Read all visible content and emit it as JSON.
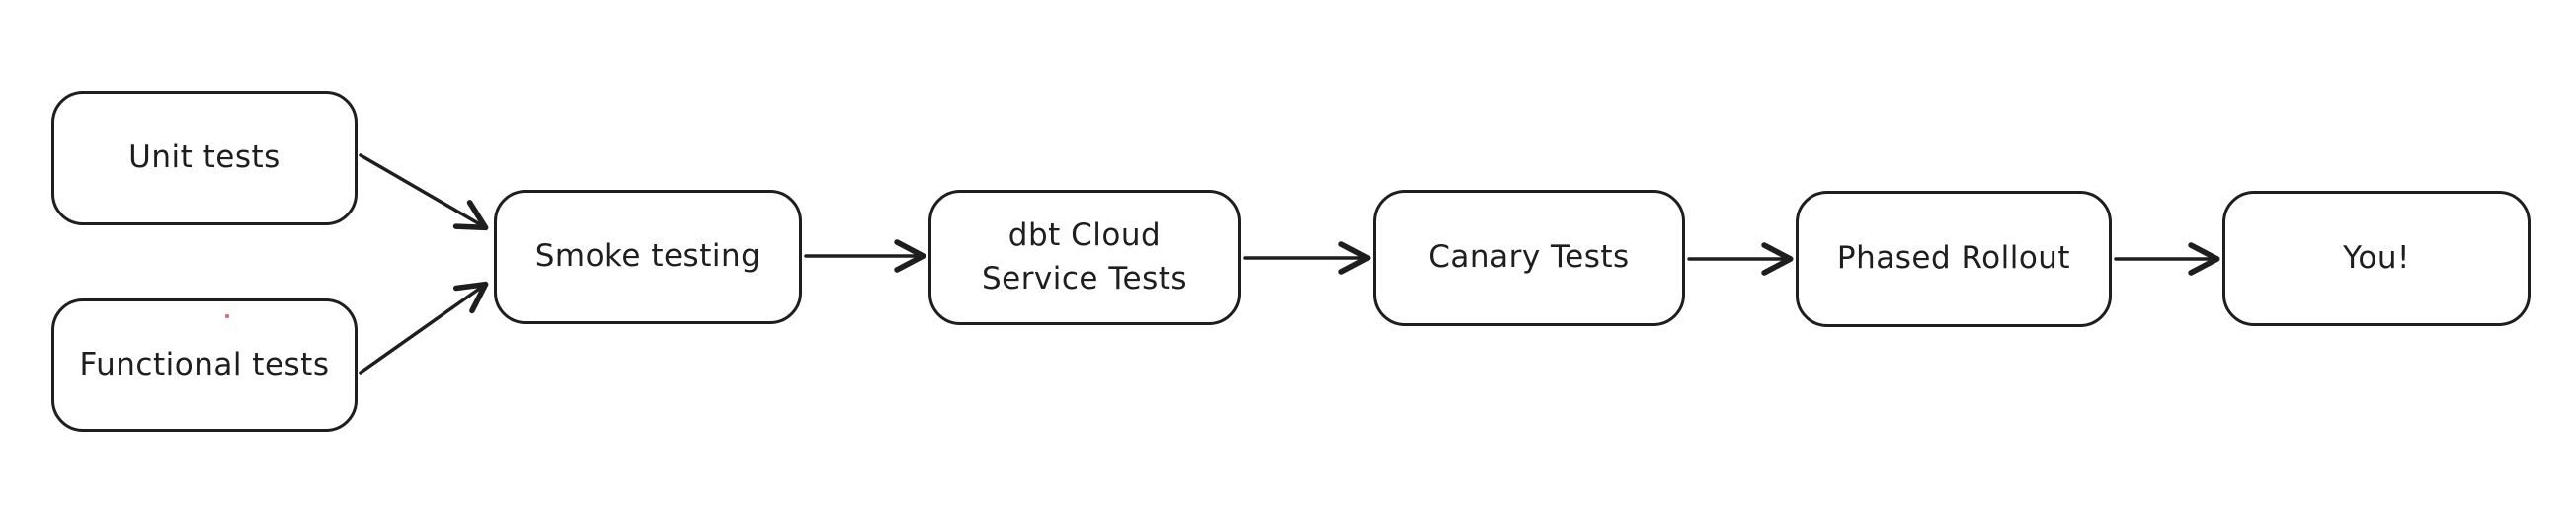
{
  "diagram": {
    "title": "Release testing pipeline flowchart",
    "background_color": "#ffffff",
    "stroke_color": "#1e1e1e",
    "node_fill_color": "#ffffff",
    "artifact_dot_color": "#d97575",
    "nodes": [
      {
        "id": "unit-tests",
        "label": "Unit tests"
      },
      {
        "id": "functional-tests",
        "label": "Functional tests"
      },
      {
        "id": "smoke-testing",
        "label": "Smoke testing"
      },
      {
        "id": "dbt-cloud-service-tests",
        "label": "dbt Cloud\nService Tests"
      },
      {
        "id": "canary-tests",
        "label": "Canary Tests"
      },
      {
        "id": "phased-rollout",
        "label": "Phased Rollout"
      },
      {
        "id": "you",
        "label": "You!"
      }
    ],
    "edges": [
      {
        "from": "unit-tests",
        "to": "smoke-testing"
      },
      {
        "from": "functional-tests",
        "to": "smoke-testing"
      },
      {
        "from": "smoke-testing",
        "to": "dbt-cloud-service-tests"
      },
      {
        "from": "dbt-cloud-service-tests",
        "to": "canary-tests"
      },
      {
        "from": "canary-tests",
        "to": "phased-rollout"
      },
      {
        "from": "phased-rollout",
        "to": "you"
      }
    ]
  }
}
